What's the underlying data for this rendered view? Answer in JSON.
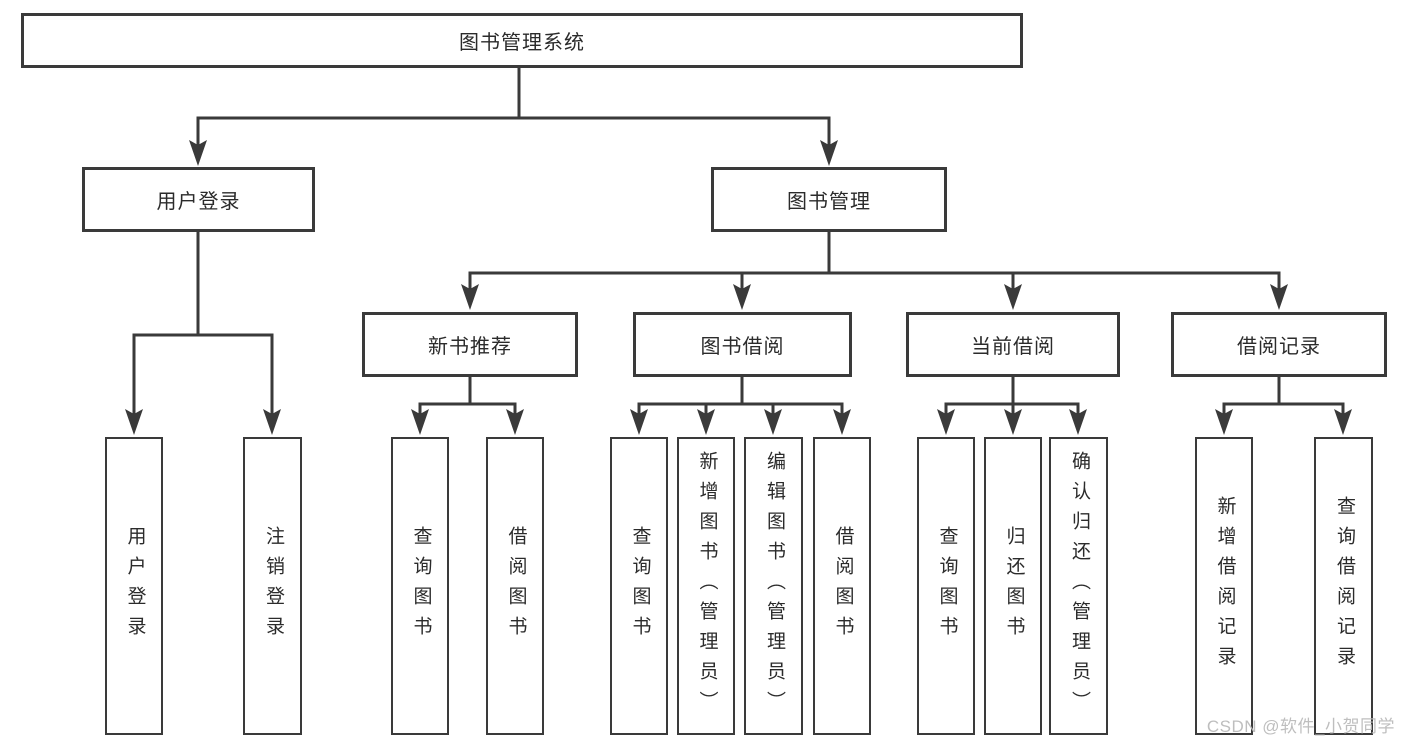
{
  "diagram": {
    "root": "图书管理系统",
    "level2": {
      "user_login": "用户登录",
      "book_management": "图书管理"
    },
    "level3": {
      "new_books": "新书推荐",
      "book_borrow": "图书借阅",
      "current_borrow": "当前借阅",
      "borrow_records": "借阅记录"
    },
    "leaves": {
      "user_login": "用户登录",
      "logout": "注销登录",
      "nb_query": "查询图书",
      "nb_borrow": "借阅图书",
      "bb_query": "查询图书",
      "bb_add": "新增图书（管理员）",
      "bb_edit": "编辑图书（管理员）",
      "bb_borrow": "借阅图书",
      "cb_query": "查询图书",
      "cb_return": "归还图书",
      "cb_confirm": "确认归还（管理员）",
      "br_add": "新增借阅记录",
      "br_query": "查询借阅记录"
    }
  },
  "watermark": "CSDN @软件_小贺同学",
  "colors": {
    "line": "#3a3a3a",
    "text": "#2b2b2b",
    "watermark": "#b9b9b9",
    "background": "#ffffff"
  }
}
